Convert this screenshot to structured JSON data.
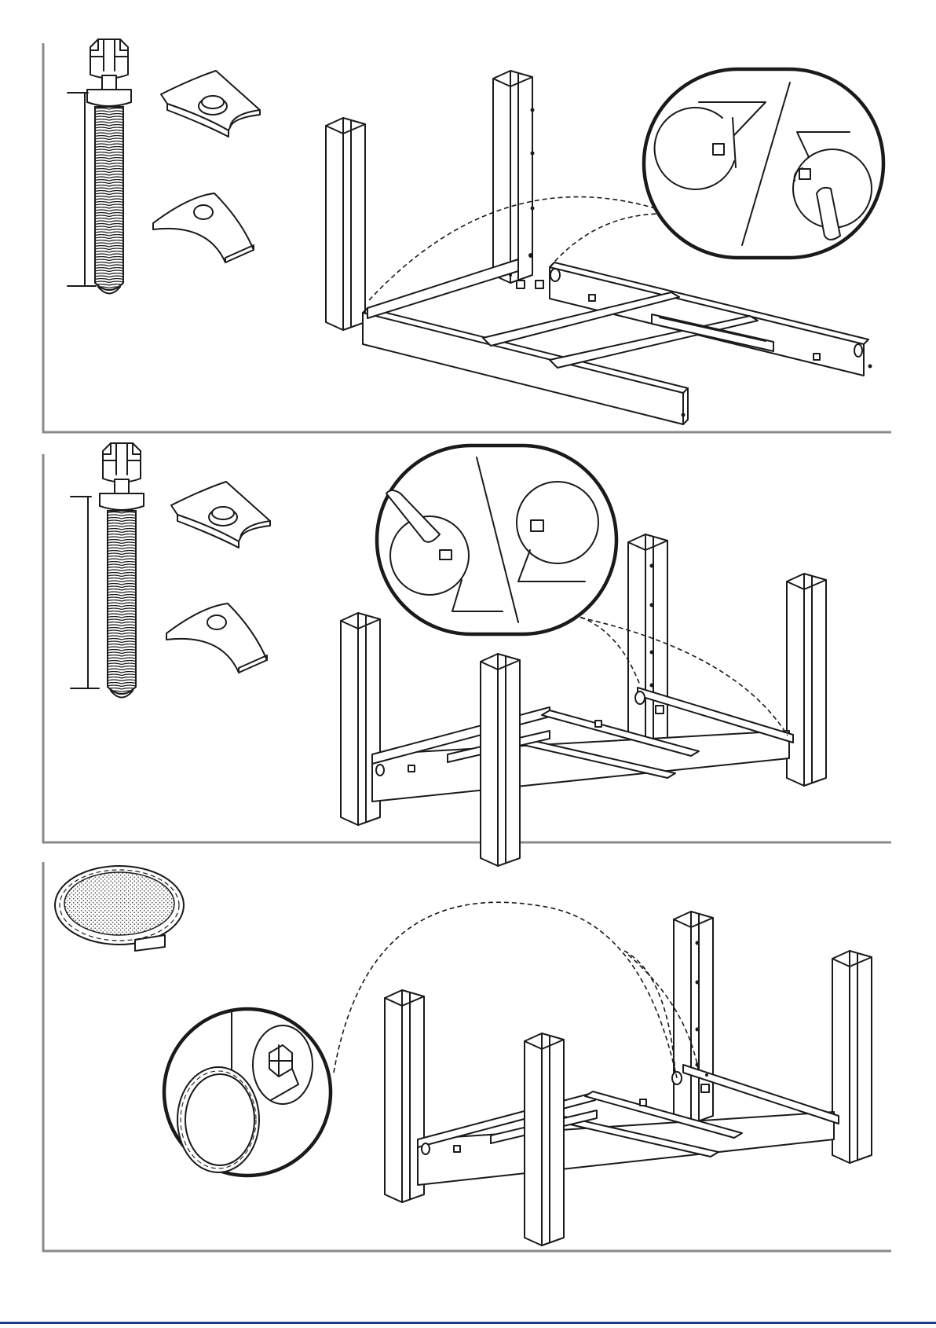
{
  "document": {
    "type": "assembly-instructions",
    "text": "",
    "colors": {
      "line": "#1a1a1a",
      "frame": "#8a8a8a",
      "bottom_rule": "#1e3a8a",
      "background": "#ffffff"
    }
  },
  "steps": [
    {
      "parts": [
        "bolt-icon",
        "curved-bracket-with-boss-icon",
        "curved-bracket-with-hole-icon"
      ],
      "detail": "wrench-tightening-detail"
    },
    {
      "parts": [
        "bolt-icon",
        "curved-bracket-with-boss-icon",
        "curved-bracket-with-hole-icon"
      ],
      "detail": "wrench-tightening-detail"
    },
    {
      "parts": [
        "cover-cap-icon"
      ],
      "detail": "cap-insertion-detail"
    }
  ]
}
